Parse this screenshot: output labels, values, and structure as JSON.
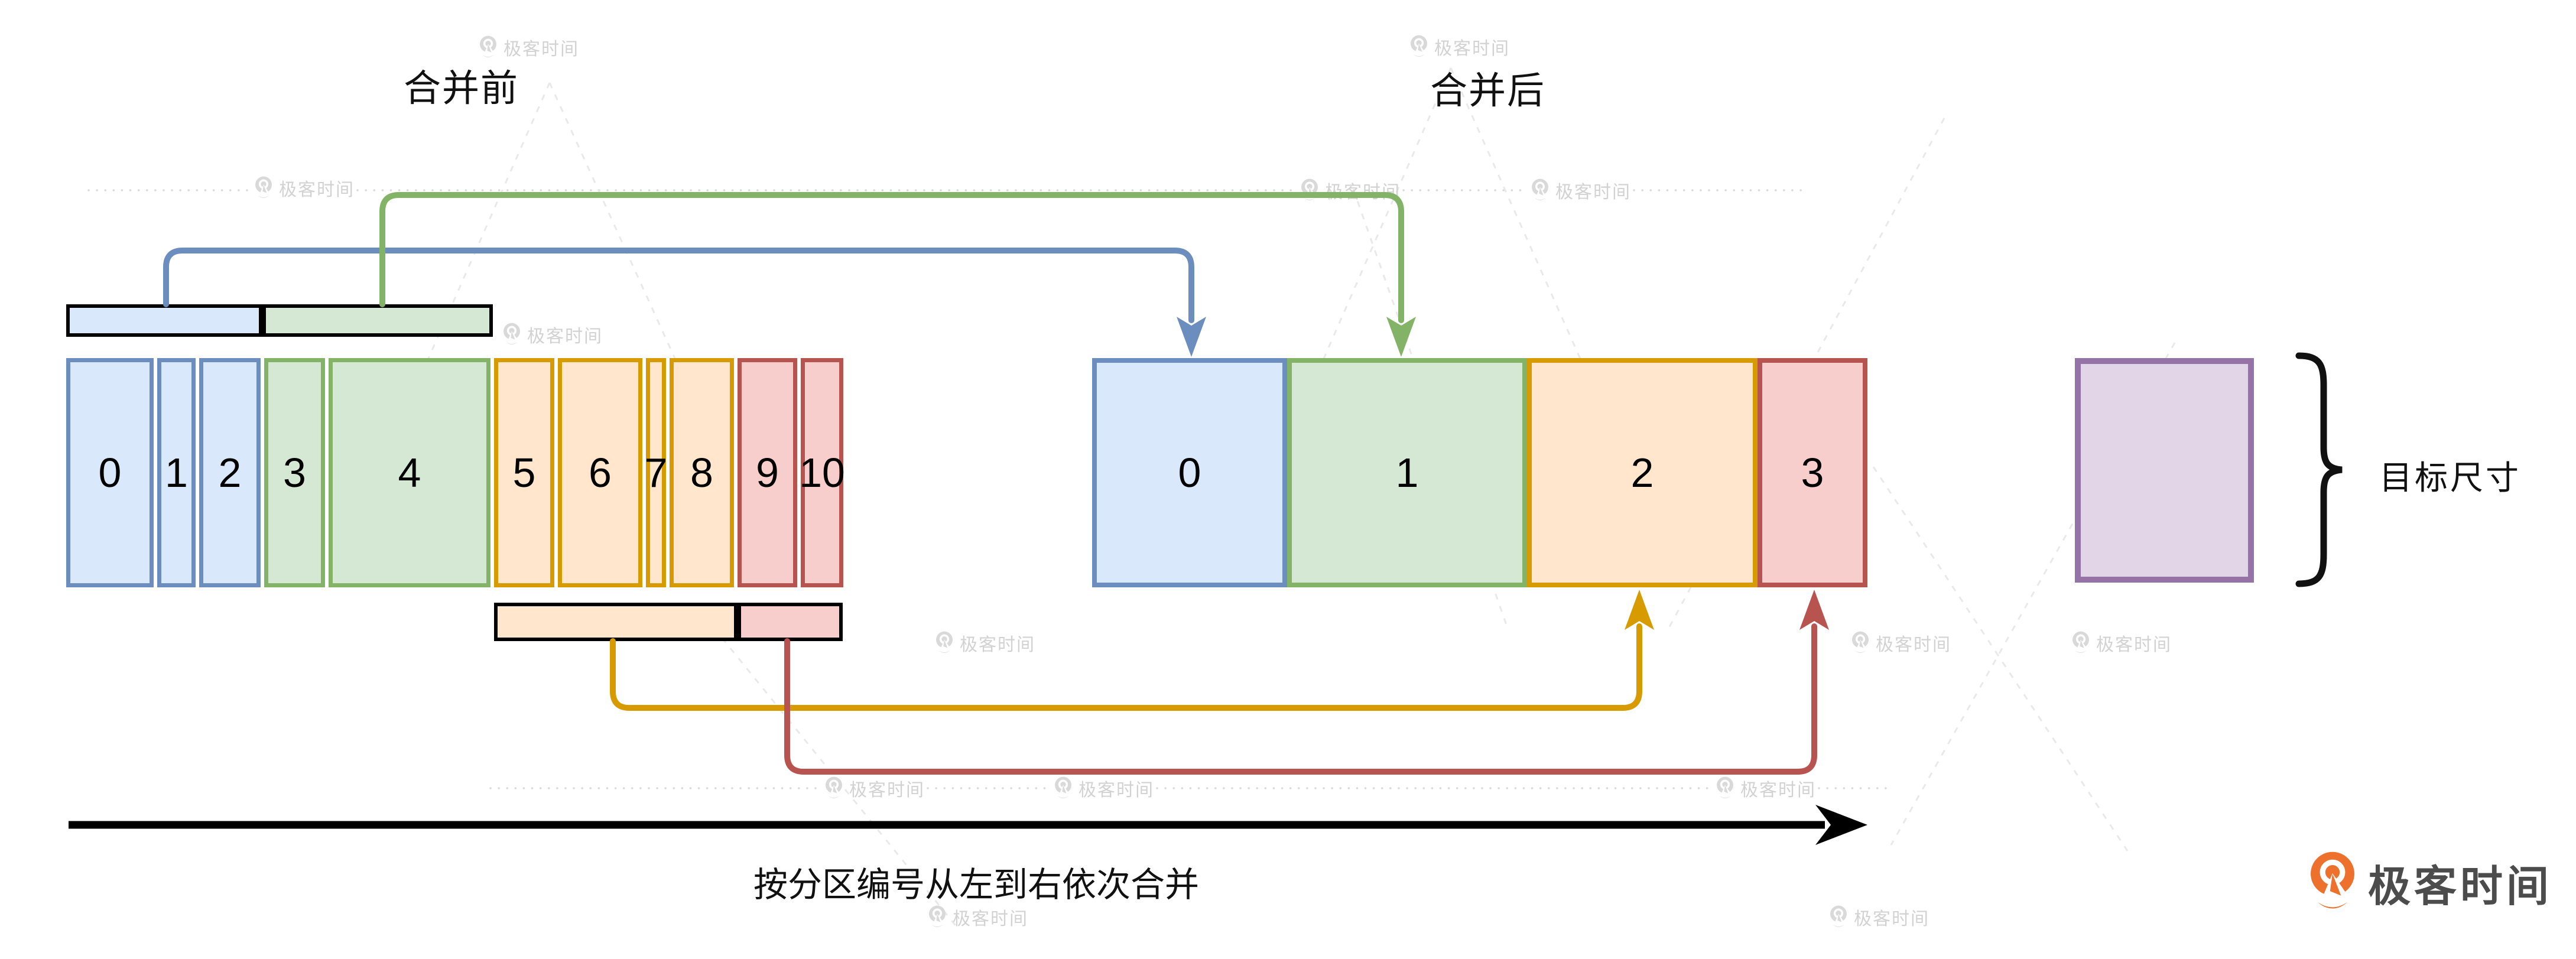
{
  "titles": {
    "before": "合并前",
    "after": "合并后"
  },
  "rows": {
    "before": {
      "segments": [
        {
          "label": "0",
          "group": "blue"
        },
        {
          "label": "1",
          "group": "blue"
        },
        {
          "label": "2",
          "group": "blue"
        },
        {
          "label": "3",
          "group": "green"
        },
        {
          "label": "4",
          "group": "green"
        },
        {
          "label": "5",
          "group": "orange"
        },
        {
          "label": "6",
          "group": "orange"
        },
        {
          "label": "7",
          "group": "orange"
        },
        {
          "label": "8",
          "group": "orange"
        },
        {
          "label": "9",
          "group": "red"
        },
        {
          "label": "10",
          "group": "red"
        }
      ]
    },
    "after": {
      "segments": [
        {
          "label": "0",
          "group": "blue"
        },
        {
          "label": "1",
          "group": "green"
        },
        {
          "label": "2",
          "group": "orange"
        },
        {
          "label": "3",
          "group": "red"
        }
      ]
    }
  },
  "target": {
    "size_label": "目标尺寸"
  },
  "caption": "按分区编号从左到右依次合并",
  "watermark": {
    "text": "极客时间",
    "icon": "geektime-pin-icon"
  },
  "logo": {
    "text": "极客时间",
    "icon": "geektime-pin-icon"
  },
  "palette": {
    "blue_border": "#6c8ebf",
    "blue_fill": "#dae8fc",
    "green_border": "#82b366",
    "green_fill": "#d5e8d4",
    "orange_border": "#d79b00",
    "orange_fill": "#ffe6cc",
    "red_border": "#b85450",
    "red_fill": "#f8cecc",
    "purple_border": "#9673a6",
    "purple_fill": "#e1d5e7",
    "ink": "#000000",
    "watermark": "#d2d2d2",
    "logo_text": "#4c4c4c",
    "logo_orange": "#ED702D"
  }
}
